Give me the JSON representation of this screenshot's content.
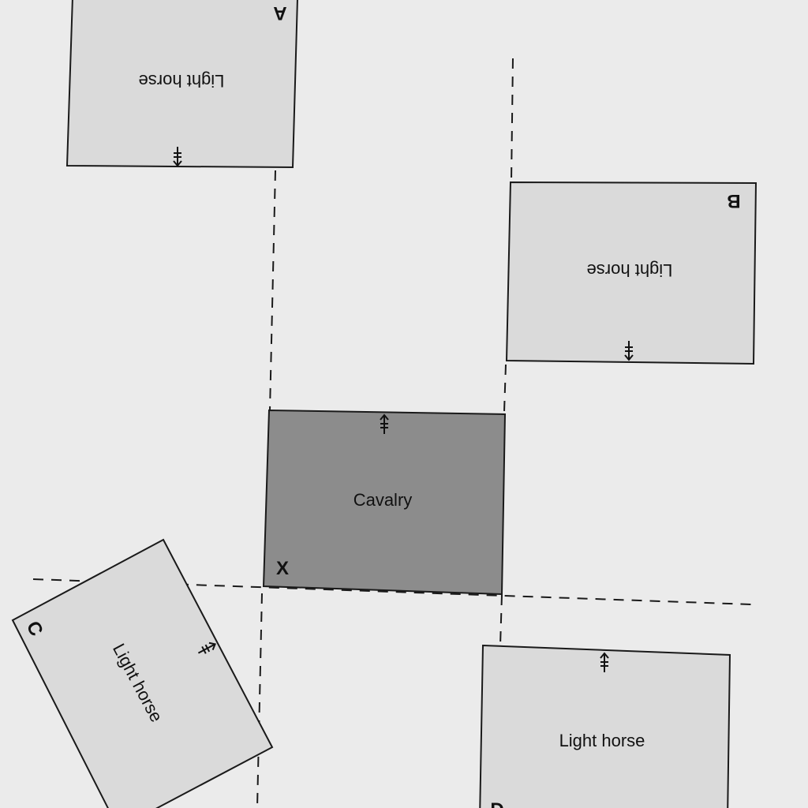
{
  "diagram": {
    "units": [
      {
        "id": "A",
        "letter": "A",
        "label": "Light horse",
        "type": "light"
      },
      {
        "id": "B",
        "letter": "B",
        "label": "Light horse",
        "type": "light"
      },
      {
        "id": "X",
        "letter": "X",
        "label": "Cavalry",
        "type": "heavy"
      },
      {
        "id": "C",
        "letter": "C",
        "label": "Light horse",
        "type": "light"
      },
      {
        "id": "D",
        "letter": "D",
        "label": "Light horse",
        "type": "light"
      }
    ],
    "colors": {
      "background": "#ebebeb",
      "light_unit": "#dadada",
      "heavy_unit": "#8c8c8c",
      "ink": "#111111"
    }
  }
}
